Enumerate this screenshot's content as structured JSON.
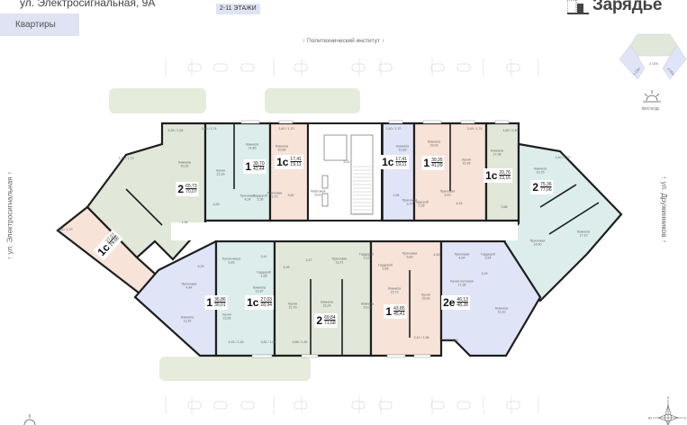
{
  "header": {
    "address": "ул. Электросигнальная, 9А",
    "tab_label": "Квартиры",
    "floors_badge": "2-11 ЭТАЖИ",
    "logo_text": "Зарядье"
  },
  "orientation": {
    "north_label": "↑ Политехнический институт ↑",
    "street_left": "↑ ул. Электросигнальная ↑",
    "street_right": "↑ ул. Дружинников ↑",
    "sunrise_label": "ВОСХОД",
    "compass": {
      "top": "З",
      "left": "Ю",
      "right": "С"
    },
    "section_map": [
      "1 СЕК",
      "2 СЕК",
      "3 СЕК"
    ]
  },
  "colors": {
    "green": "#e1e8da",
    "peach": "#f7e3d8",
    "blue": "#dfe5f6",
    "teal": "#dcedec",
    "wall": "#1e1e1e",
    "yard": "#e6ecdc",
    "accent_badge": "#dfe3f3"
  },
  "apartments": [
    {
      "type": "2",
      "area_living": "65,73",
      "area_total": "70,07",
      "color": "green"
    },
    {
      "type": "1",
      "area_living": "39,70",
      "area_total": "41,44",
      "color": "teal"
    },
    {
      "type": "1с",
      "area_living": "17,41",
      "area_total": "19,11",
      "color": "peach"
    },
    {
      "type": "1с",
      "area_living": "17,41",
      "area_total": "19,11",
      "color": "blue"
    },
    {
      "type": "1",
      "area_living": "39,35",
      "area_total": "41,09",
      "color": "peach"
    },
    {
      "type": "1с",
      "area_living": "20,76",
      "area_total": "23,16",
      "color": "green"
    },
    {
      "type": "2",
      "area_living": "75,36",
      "area_total": "77,06",
      "color": "teal"
    },
    {
      "type": "1с",
      "area_living": "27,27",
      "area_total": "29,06",
      "color": "peach"
    },
    {
      "type": "1",
      "area_living": "36,86",
      "area_total": "39,01",
      "color": "blue"
    },
    {
      "type": "1с",
      "area_living": "27,03",
      "area_total": "28,94",
      "color": "teal"
    },
    {
      "type": "2",
      "area_living": "69,84",
      "area_total": "71,68",
      "color": "green"
    },
    {
      "type": "1",
      "area_living": "43,85",
      "area_total": "45,41",
      "color": "peach"
    },
    {
      "type": "2е",
      "area_living": "46,13",
      "area_total": "48,28",
      "color": "blue"
    }
  ],
  "rooms": [
    {
      "name": "",
      "area": "5,26 / 2,64"
    },
    {
      "name": "Комната",
      "area": "20,15"
    },
    {
      "name": "",
      "area": "3,48 / 1,74"
    },
    {
      "name": "Кухня",
      "area": "13,16"
    },
    {
      "name": "Комната",
      "area": "14,85"
    },
    {
      "name": "",
      "area": "4,59"
    },
    {
      "name": "Прихожая",
      "area": "4,24"
    },
    {
      "name": "Гардероб",
      "area": "2,36"
    },
    {
      "name": "",
      "area": "3,40 / 1,70"
    },
    {
      "name": "Комната",
      "area": "10,89"
    },
    {
      "name": "",
      "area": "3,82"
    },
    {
      "name": "Прихожая",
      "area": "3,70"
    },
    {
      "name": "Лифтовой",
      "area": "холл"
    },
    {
      "name": "",
      "area": "1,36"
    },
    {
      "name": "",
      "area": "5,20"
    },
    {
      "name": "",
      "area": "3,40 / 1,70"
    },
    {
      "name": "Комната",
      "area": "10,89"
    },
    {
      "name": "",
      "area": "2,82"
    },
    {
      "name": "Прихожая",
      "area": "3,70"
    },
    {
      "name": "Комната",
      "area": "15,03"
    },
    {
      "name": "Прихожая",
      "area": "5,63"
    },
    {
      "name": "Гардероб",
      "area": "2,28"
    },
    {
      "name": "",
      "area": "4,16"
    },
    {
      "name": "",
      "area": "3,48 / 1,74"
    },
    {
      "name": "Кухня",
      "area": "11,95"
    },
    {
      "name": "",
      "area": "4,80 / 2,40"
    },
    {
      "name": "Комната",
      "area": "17,08"
    },
    {
      "name": "",
      "area": "3,68"
    },
    {
      "name": "",
      "area": "3,40 / 1,70"
    },
    {
      "name": "Комната",
      "area": "15,75"
    },
    {
      "name": "Прихожая",
      "area": "14,60"
    },
    {
      "name": "Комната",
      "area": "17,10"
    },
    {
      "name": "",
      "area": "3,40 / 1,70"
    },
    {
      "name": "",
      "area": "3,58 / 1,79"
    },
    {
      "name": "Кухня-ниша",
      "area": "6,83"
    },
    {
      "name": "",
      "area": "3,41"
    },
    {
      "name": "Гардероб",
      "area": "1,66"
    },
    {
      "name": "",
      "area": "4,99"
    },
    {
      "name": "",
      "area": "3,27"
    },
    {
      "name": "Прихожая",
      "area": "11,41"
    },
    {
      "name": "Комната",
      "area": "12,87"
    },
    {
      "name": "Кухня",
      "area": "12,79"
    },
    {
      "name": "Комната",
      "area": "15,24"
    },
    {
      "name": "Кухня",
      "area": "13,95"
    },
    {
      "name": "Комната",
      "area": "11,32"
    },
    {
      "name": "Прихожая",
      "area": "4,44"
    },
    {
      "name": "",
      "area": "5,25"
    },
    {
      "name": "",
      "area": "4,33 / 2,16"
    },
    {
      "name": "",
      "area": "3,82 / 1,91"
    },
    {
      "name": "",
      "area": "3,68 / 1,84"
    },
    {
      "name": "Гардероб",
      "area": "3,11"
    },
    {
      "name": "Прихожая",
      "area": "5,83"
    },
    {
      "name": "",
      "area": "4,50"
    },
    {
      "name": "Гардероб",
      "area": "2,89"
    },
    {
      "name": "Комната",
      "area": "19,04"
    },
    {
      "name": "Комната",
      "area": "15,73"
    },
    {
      "name": "Кухня",
      "area": "15,00"
    },
    {
      "name": "Прихожая",
      "area": "4,64"
    },
    {
      "name": "Гардероб",
      "area": "2,54"
    },
    {
      "name": "",
      "area": "3,29"
    },
    {
      "name": "Кухня-гостиная",
      "area": "17,36"
    },
    {
      "name": "Комната",
      "area": "16,10"
    },
    {
      "name": "",
      "area": "3,12 / 1,56"
    },
    {
      "name": "",
      "area": "4,30 / 2,15"
    }
  ]
}
